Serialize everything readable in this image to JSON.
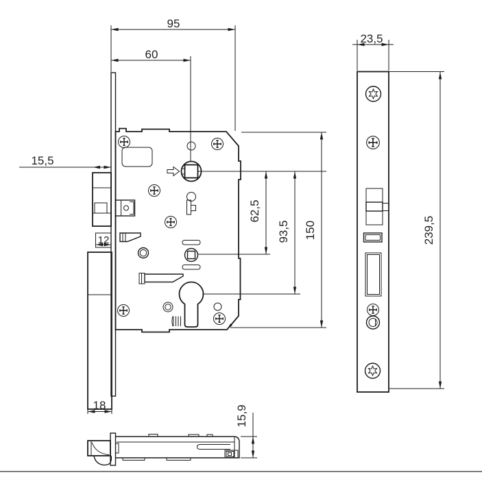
{
  "drawing": {
    "type": "mortise-lock technical drawing",
    "colors": {
      "line": "#1b1b1b",
      "text": "#1f1f1f",
      "background": "#ffffff",
      "page_border": "#7d7d7d"
    },
    "dimensions": {
      "overall_depth": "95",
      "backset": "60",
      "latch_projection": "15,5",
      "deadbolt_thickness": "12",
      "deadbolt_width": "18",
      "spindle_to_hub": "62,5",
      "spindle_to_cylinder": "93,5",
      "case_height": "150",
      "faceplate_width": "23,5",
      "faceplate_length": "239,5",
      "case_thickness": "15,9"
    },
    "icons": {
      "phillips_screw": "phillips-screw-icon",
      "torx_screw": "torx-screw-icon",
      "follower_direction": "right-arrow-icon"
    }
  }
}
